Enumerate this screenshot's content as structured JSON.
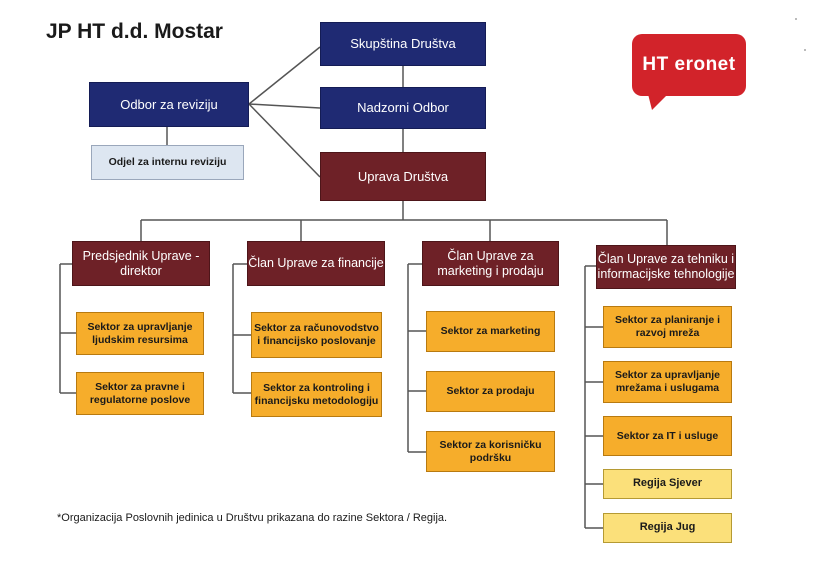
{
  "title": "JP HT d.d. Mostar",
  "logo": {
    "text": "HT eronet",
    "color": "#d2232a"
  },
  "top": {
    "skupstina": "Skupština Društva",
    "nadzorni": "Nadzorni Odbor",
    "uprava": "Uprava Društva",
    "odbor_revizija": "Odbor za reviziju",
    "odjel_revizija": "Odjel za internu reviziju"
  },
  "columns": [
    {
      "head": "Predsjednik Uprave - direktor",
      "items": [
        "Sektor za upravljanje ljudskim resursima",
        "Sektor za pravne i regulatorne poslove"
      ]
    },
    {
      "head": "Član Uprave za financije",
      "items": [
        "Sektor za računovodstvo i financijsko poslovanje",
        "Sektor za kontroling i financijsku metodologiju"
      ]
    },
    {
      "head": "Član Uprave za marketing i prodaju",
      "items": [
        "Sektor za marketing",
        "Sektor za prodaju",
        "Sektor za korisničku podršku"
      ]
    },
    {
      "head": "Član Uprave za tehniku i informacijske tehnologije",
      "items": [
        "Sektor za planiranje i razvoj mreža",
        "Sektor za upravljanje mrežama i uslugama",
        "Sektor za IT i usluge"
      ],
      "regions": [
        "Regija Sjever",
        "Regija Jug"
      ]
    }
  ],
  "footnote": "*Organizacija Poslovnih jedinica u Društvu prikazana do razine Sektora / Regija.",
  "colors": {
    "navy": "#1f2a73",
    "maroon": "#6e2127",
    "orange": "#f6ad2b",
    "yellow": "#fbe07a",
    "light_blue": "#dde6f1"
  }
}
